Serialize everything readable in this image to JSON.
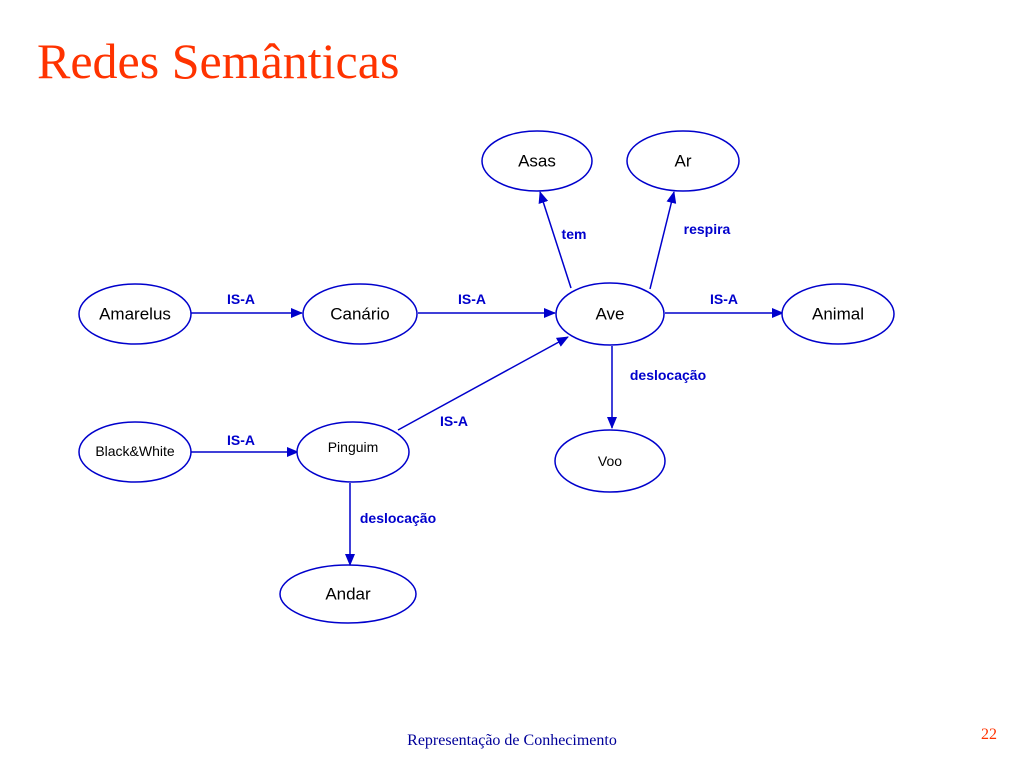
{
  "slide": {
    "title": "Redes Semânticas",
    "footer": "Representação de Conhecimento",
    "page_number": "22"
  },
  "colors": {
    "title": "#ff3300",
    "diagram": "#0000cc",
    "footer": "#000099",
    "page_number": "#ff3300",
    "background": "#ffffff"
  },
  "diagram": {
    "nodes": {
      "asas": "Asas",
      "ar": "Ar",
      "amarelus": "Amarelus",
      "canario": "Canário",
      "ave": "Ave",
      "animal": "Animal",
      "voo": "Voo",
      "black_white": "Black&White",
      "pinguim": "Pinguim",
      "andar": "Andar"
    },
    "edges": {
      "amarelus_canario": "IS-A",
      "canario_ave": "IS-A",
      "ave_animal": "IS-A",
      "ave_asas": "tem",
      "ave_ar": "respira",
      "ave_voo": "deslocação",
      "black_white_pinguim": "IS-A",
      "pinguim_ave": "IS-A",
      "pinguim_andar": "deslocação"
    }
  }
}
